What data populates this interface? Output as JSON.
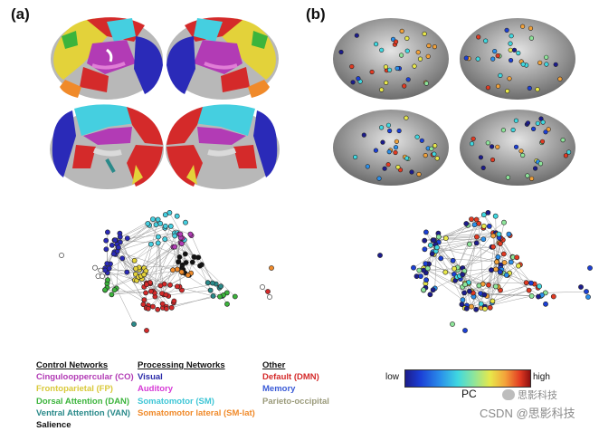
{
  "panels": {
    "a_label": "(a)",
    "b_label": "(b)"
  },
  "legend": {
    "control": {
      "header": "Control Networks",
      "items": [
        {
          "label": "Cingulooppercular (CO)",
          "color": "#b23bb5"
        },
        {
          "label": "Frontoparietal (FP)",
          "color": "#d9c93a"
        },
        {
          "label": "Dorsal Attention (DAN)",
          "color": "#3cb43c"
        },
        {
          "label": "Ventral Attention (VAN)",
          "color": "#2a8a8a"
        },
        {
          "label": "Salience",
          "color": "#111111"
        }
      ]
    },
    "processing": {
      "header": "Processing Networks",
      "items": [
        {
          "label": "Visual",
          "color": "#2a2aa8"
        },
        {
          "label": "Auditory",
          "color": "#d63ad6"
        },
        {
          "label": "Somatomotor (SM)",
          "color": "#3fc6d6"
        },
        {
          "label": "Somatomotor lateral (SM-lat)",
          "color": "#f08a2a"
        }
      ]
    },
    "other": {
      "header": "Other",
      "items": [
        {
          "label": "Default (DMN)",
          "color": "#d42a2a"
        },
        {
          "label": "Memory",
          "color": "#3a5ad6"
        },
        {
          "label": "Parieto-occipital",
          "color": "#9a9a7a"
        }
      ]
    }
  },
  "colorbar": {
    "low_label": "low",
    "high_label": "high",
    "title": "PC"
  },
  "watermark": {
    "line1": "思影科技",
    "line2": "CSDN @思影科技"
  },
  "colors": {
    "red": "#d42a2a",
    "yellow": "#e3d23a",
    "cyan": "#45cfe0",
    "blue": "#2a2ab8",
    "purple": "#b23bb5",
    "black": "#111111",
    "orange": "#f08a2a",
    "green": "#3cb43c",
    "teal": "#2a8a8a",
    "white": "#ffffff",
    "grey": "#b8b8b8"
  }
}
